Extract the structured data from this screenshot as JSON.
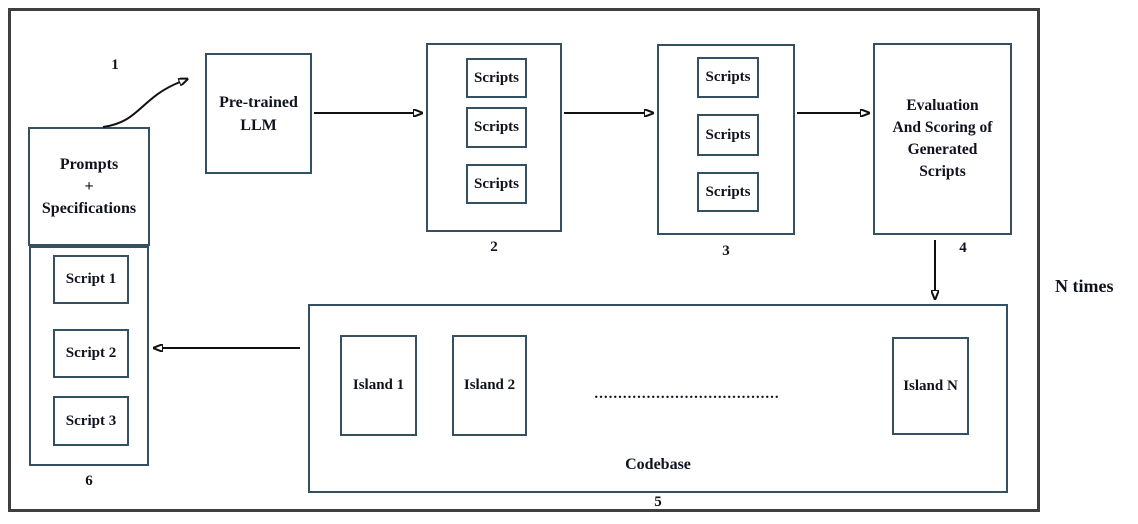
{
  "colors": {
    "outer_border": "#3f3f3f",
    "box_border": "#355060",
    "text": "#10131f",
    "arrow": "#111111"
  },
  "steps": {
    "s1": "1",
    "s2": "2",
    "s3": "3",
    "s4": "4",
    "s5": "5",
    "s6": "6"
  },
  "annotations": {
    "n_times": "N times"
  },
  "nodes": {
    "prompts": {
      "lines": [
        "Prompts",
        "+",
        "Specifications"
      ]
    },
    "prompt_scripts": {
      "items": [
        "Script 1",
        "Script 2",
        "Script 3"
      ]
    },
    "llm": {
      "lines": [
        "Pre-trained",
        "LLM"
      ]
    },
    "generated_scripts": {
      "items": [
        "Scripts",
        "Scripts",
        "Scripts"
      ]
    },
    "scored_scripts": {
      "items": [
        "Scripts",
        "Scripts",
        "Scripts"
      ]
    },
    "evaluation": {
      "lines": [
        "Evaluation",
        "And Scoring of",
        "Generated",
        "Scripts"
      ]
    },
    "codebase": {
      "title": "Codebase",
      "islands": [
        "Island 1",
        "Island 2",
        "Island N"
      ],
      "ellipsis": "......................................."
    }
  }
}
